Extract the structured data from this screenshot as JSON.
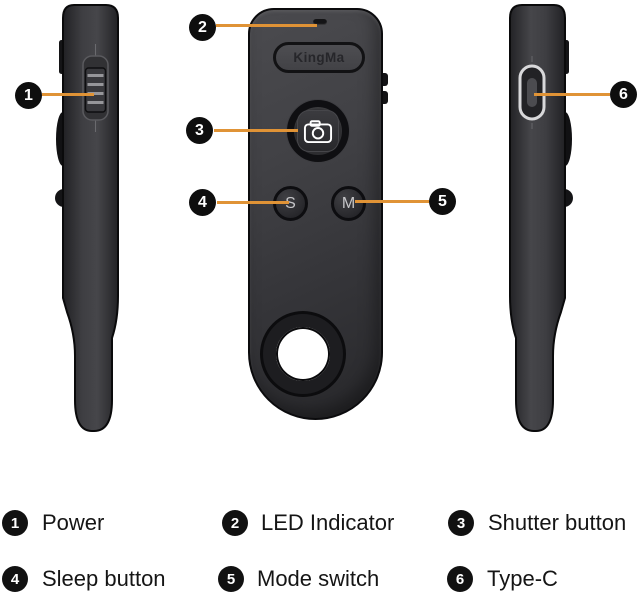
{
  "device": {
    "brand": "KingMa",
    "sleep_button_label": "S",
    "mode_button_label": "M"
  },
  "colors": {
    "background": "#ffffff",
    "leader_line": "#E09336",
    "callout_fill": "#0e0e0e",
    "callout_text": "#ffffff",
    "body_dark": "#28282b",
    "body_light": "#4b4b4f"
  },
  "callouts": [
    {
      "num": "1",
      "target": "power-slider"
    },
    {
      "num": "2",
      "target": "led-indicator"
    },
    {
      "num": "3",
      "target": "shutter-button"
    },
    {
      "num": "4",
      "target": "sleep-button"
    },
    {
      "num": "5",
      "target": "mode-switch"
    },
    {
      "num": "6",
      "target": "type-c-port"
    }
  ],
  "legend": {
    "items": [
      {
        "num": "1",
        "label": "Power"
      },
      {
        "num": "2",
        "label": "LED Indicator"
      },
      {
        "num": "3",
        "label": "Shutter button"
      },
      {
        "num": "4",
        "label": "Sleep button"
      },
      {
        "num": "5",
        "label": "Mode switch"
      },
      {
        "num": "6",
        "label": "Type-C"
      }
    ]
  }
}
